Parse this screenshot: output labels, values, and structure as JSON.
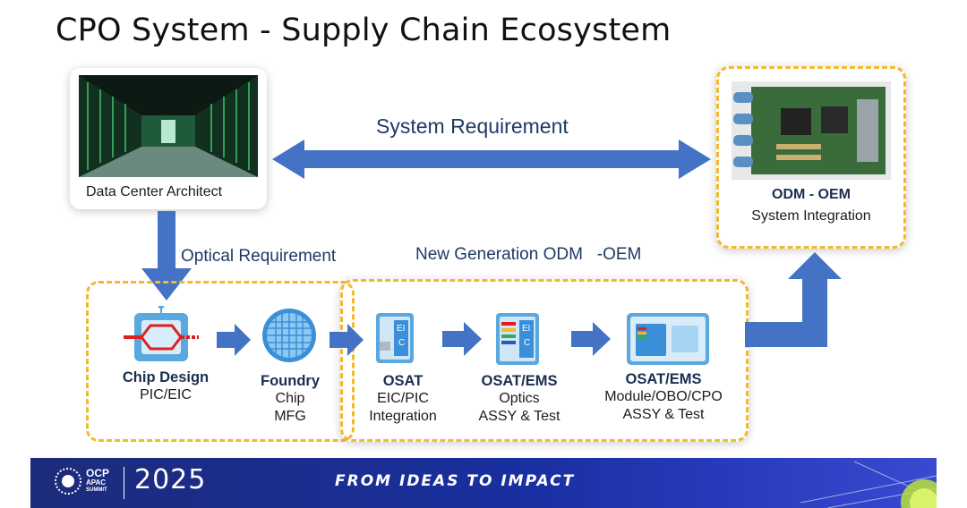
{
  "title": "CPO System - Supply Chain Ecosystem",
  "architect": {
    "label": "Data Center Architect"
  },
  "system_req": "System Requirement",
  "odm": {
    "title": "ODM - OEM",
    "subtitle": "System Integration"
  },
  "optical_req": "Optical Requirement",
  "new_gen": "New Generation ODM   -OEM",
  "steps": [
    {
      "title": "Chip Design",
      "lines": [
        "PIC/EIC"
      ]
    },
    {
      "title": "Foundry",
      "lines": [
        "Chip",
        "MFG"
      ]
    },
    {
      "title": "OSAT",
      "lines": [
        "EIC/PIC",
        "Integration"
      ]
    },
    {
      "title": "OSAT/EMS",
      "lines": [
        "Optics",
        "ASSY & Test"
      ]
    },
    {
      "title": "OSAT/EMS",
      "lines": [
        "Module/OBO/CPO",
        "ASSY & Test"
      ]
    }
  ],
  "chip_labels": {
    "ei": "EI",
    "c": "C"
  },
  "footer": {
    "org_line1": "OCP",
    "org_line2": "APAC",
    "org_line3": "SUMMIT",
    "year": "2025",
    "tagline": "FROM IDEAS TO IMPACT"
  },
  "colors": {
    "arrow": "#4472c4",
    "dash": "#f2b92c",
    "footer": "#1c2b7a"
  }
}
